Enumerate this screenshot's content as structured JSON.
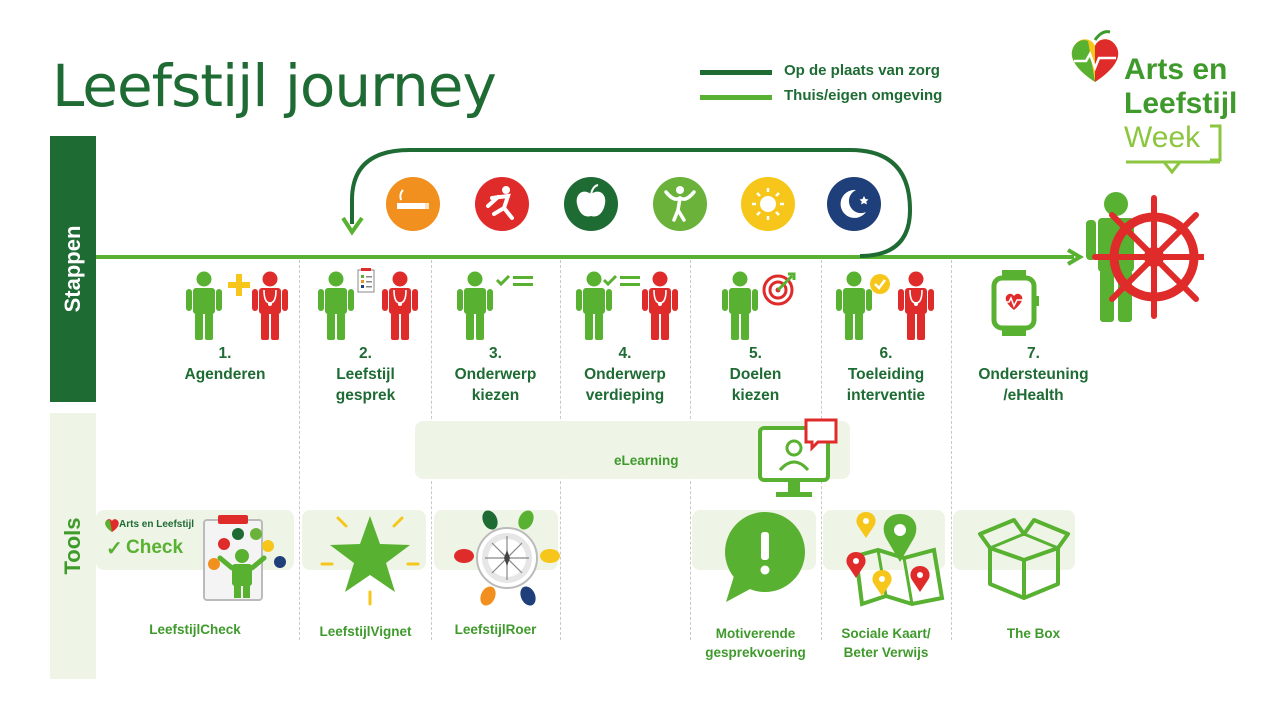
{
  "title": "Leefstijl journey",
  "legend": [
    {
      "label": "Op de plaats van zorg",
      "color": "#1e6b34"
    },
    {
      "label": "Thuis/eigen omgeving",
      "color": "#58b130"
    }
  ],
  "logo": {
    "line1": "Arts en",
    "line2": "Leefstijl",
    "line3": "Week"
  },
  "bands": {
    "steps": "Stappen",
    "tools": "Tools"
  },
  "themes": [
    {
      "icon": "smoking-icon",
      "color": "#f18f1f"
    },
    {
      "icon": "exercise-icon",
      "color": "#e02b2b"
    },
    {
      "icon": "apple-icon",
      "color": "#1e6b34"
    },
    {
      "icon": "relax-icon",
      "color": "#6ab23a"
    },
    {
      "icon": "sun-icon",
      "color": "#f6c61a"
    },
    {
      "icon": "sleep-icon",
      "color": "#1f3f7a"
    }
  ],
  "steps": [
    {
      "number": "1.",
      "line1": "Agenderen",
      "line2": ""
    },
    {
      "number": "2.",
      "line1": "Leefstijl",
      "line2": "gesprek"
    },
    {
      "number": "3.",
      "line1": "Onderwerp",
      "line2": "kiezen"
    },
    {
      "number": "4.",
      "line1": "Onderwerp",
      "line2": "verdieping"
    },
    {
      "number": "5.",
      "line1": "Doelen",
      "line2": "kiezen"
    },
    {
      "number": "6.",
      "line1": "Toeleiding",
      "line2": "interventie"
    },
    {
      "number": "7.",
      "line1": "Ondersteuning",
      "line2": "/eHealth"
    }
  ],
  "elearning": "eLearning",
  "check": {
    "brand": "Arts en Leefstijl",
    "label": "Check"
  },
  "tools": [
    {
      "line1": "LeefstijlCheck",
      "line2": ""
    },
    {
      "line1": "LeefstijlVignet",
      "line2": ""
    },
    {
      "line1": "LeefstijlRoer",
      "line2": ""
    },
    {
      "line1": "Motiverende",
      "line2": "gesprekvoering"
    },
    {
      "line1": "Sociale Kaart/",
      "line2": "Beter Verwijs"
    },
    {
      "line1": "The Box",
      "line2": ""
    }
  ],
  "colors": {
    "dark_green": "#1e6b34",
    "light_green": "#58b130",
    "red": "#e02b2b"
  }
}
